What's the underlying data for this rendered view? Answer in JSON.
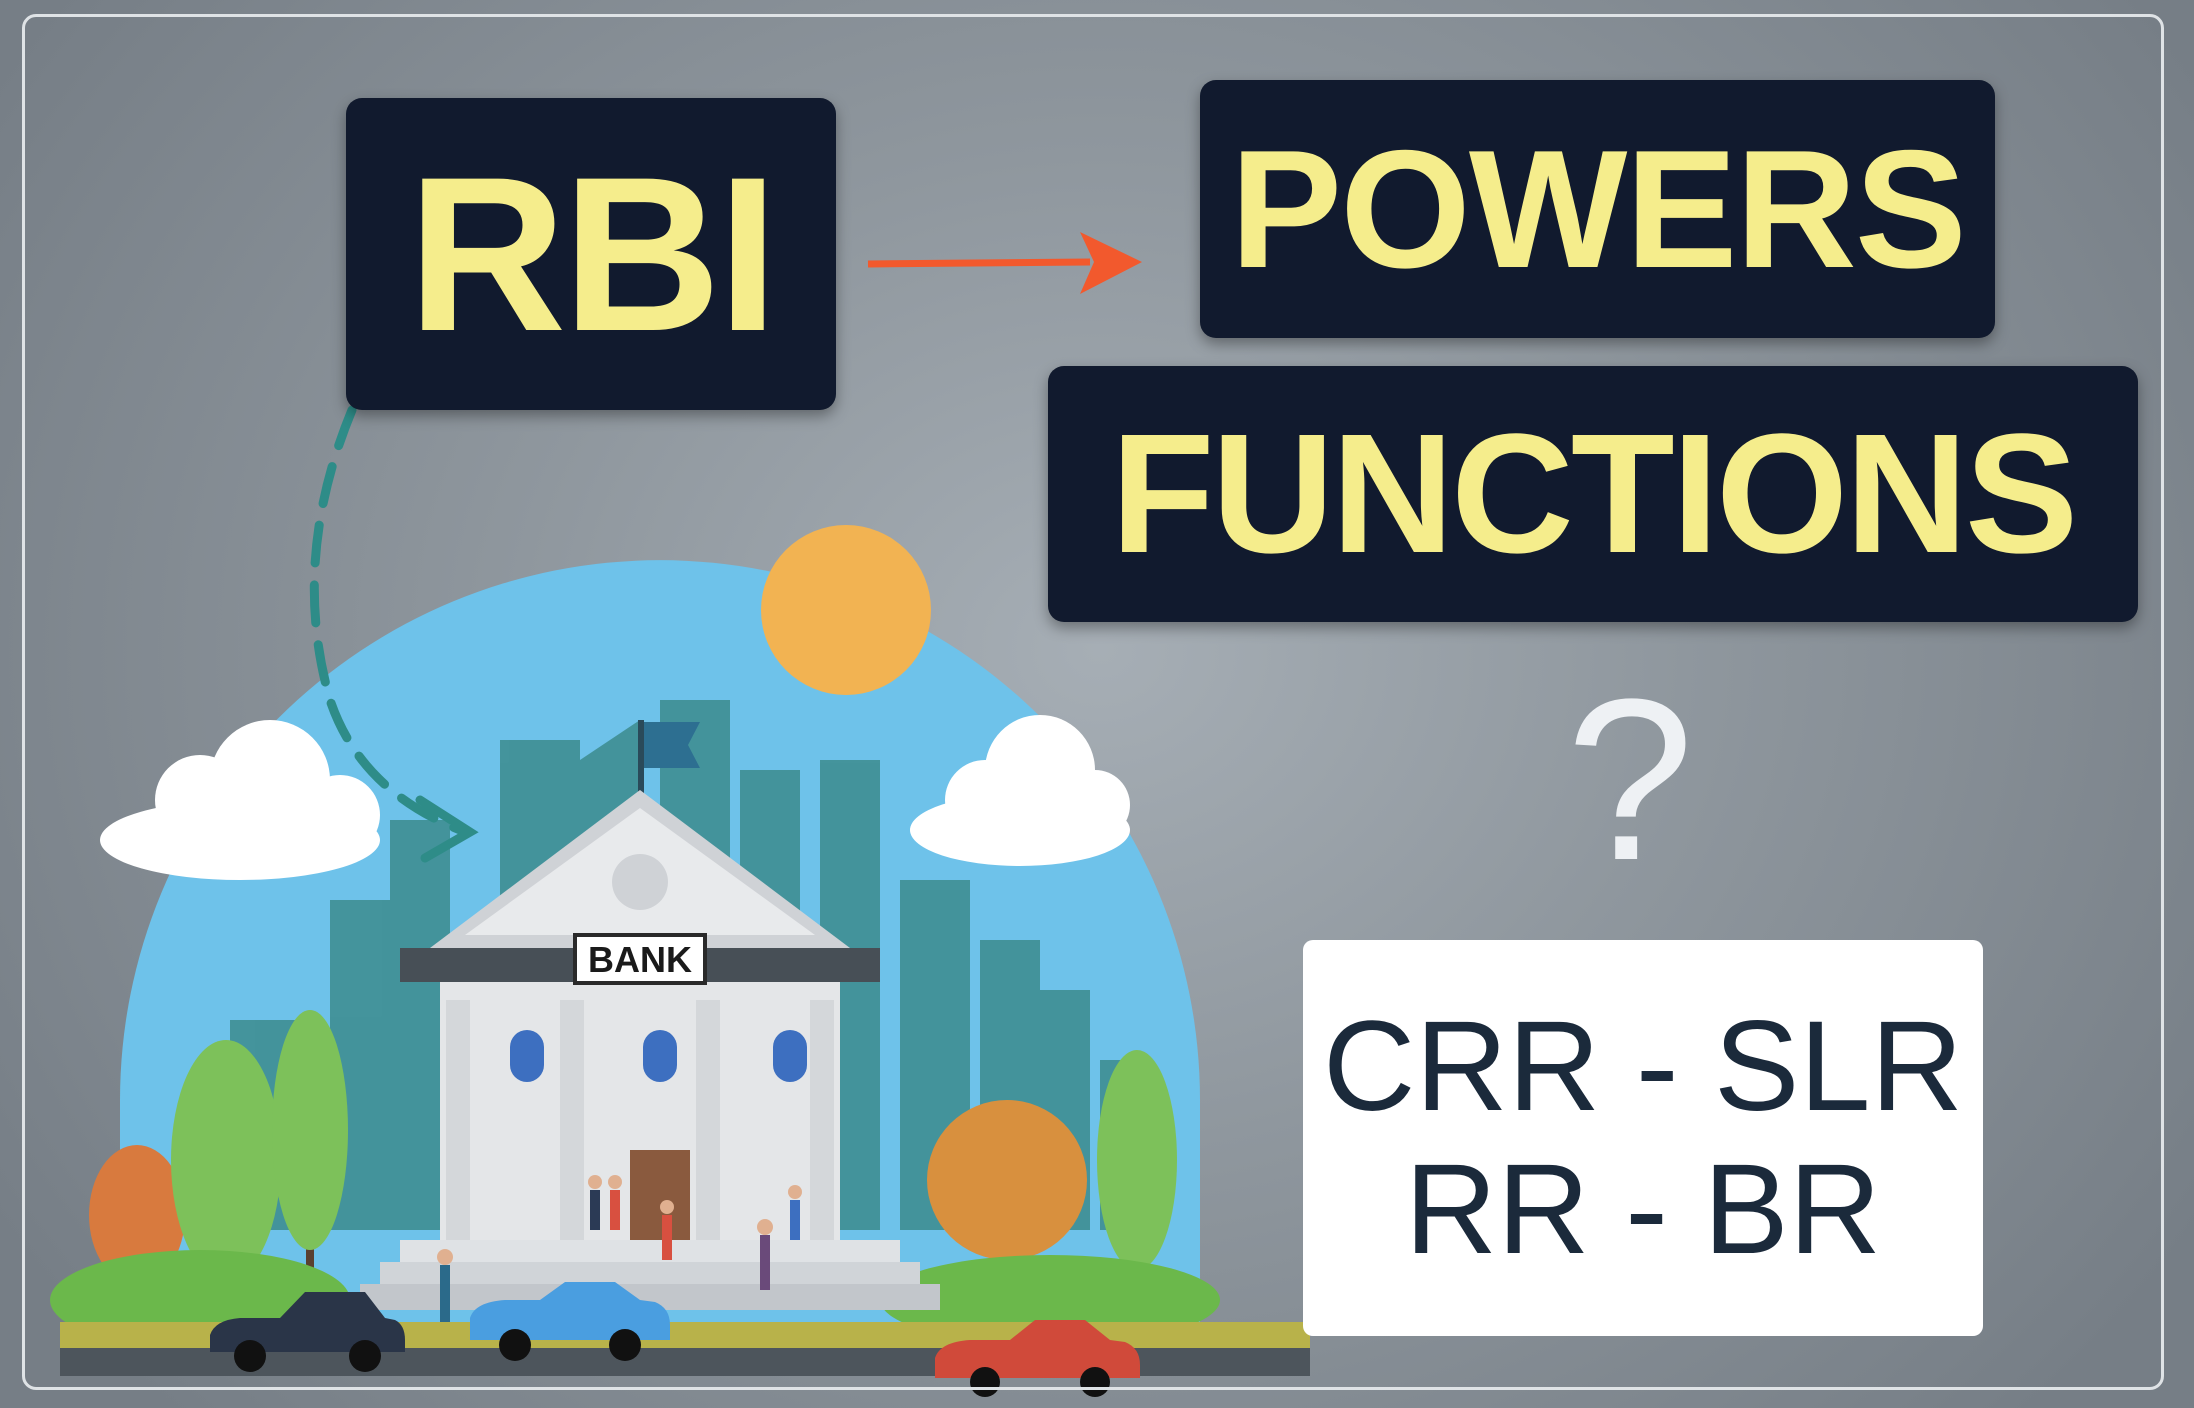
{
  "title_left": "RBI",
  "title_right_top": "POWERS",
  "title_right_bottom": "FUNCTIONS",
  "question_mark": "?",
  "terms": {
    "line1": "CRR - SLR",
    "line2": "RR - BR"
  },
  "bank_sign": "BANK",
  "colors": {
    "label_bg": "#111a2e",
    "label_text": "#f5ed8c",
    "arrow": "#f2592d",
    "dashed_arrow": "#2e8c88",
    "sky": "#6ec2ea",
    "sun": "#f2b352",
    "terms_text": "#1b2a3b"
  },
  "icons": [
    "arrow-right-icon",
    "dashed-curved-arrow-icon",
    "bank-building-icon",
    "sun-icon",
    "cloud-icon",
    "car-icon",
    "tree-icon",
    "flag-icon"
  ]
}
